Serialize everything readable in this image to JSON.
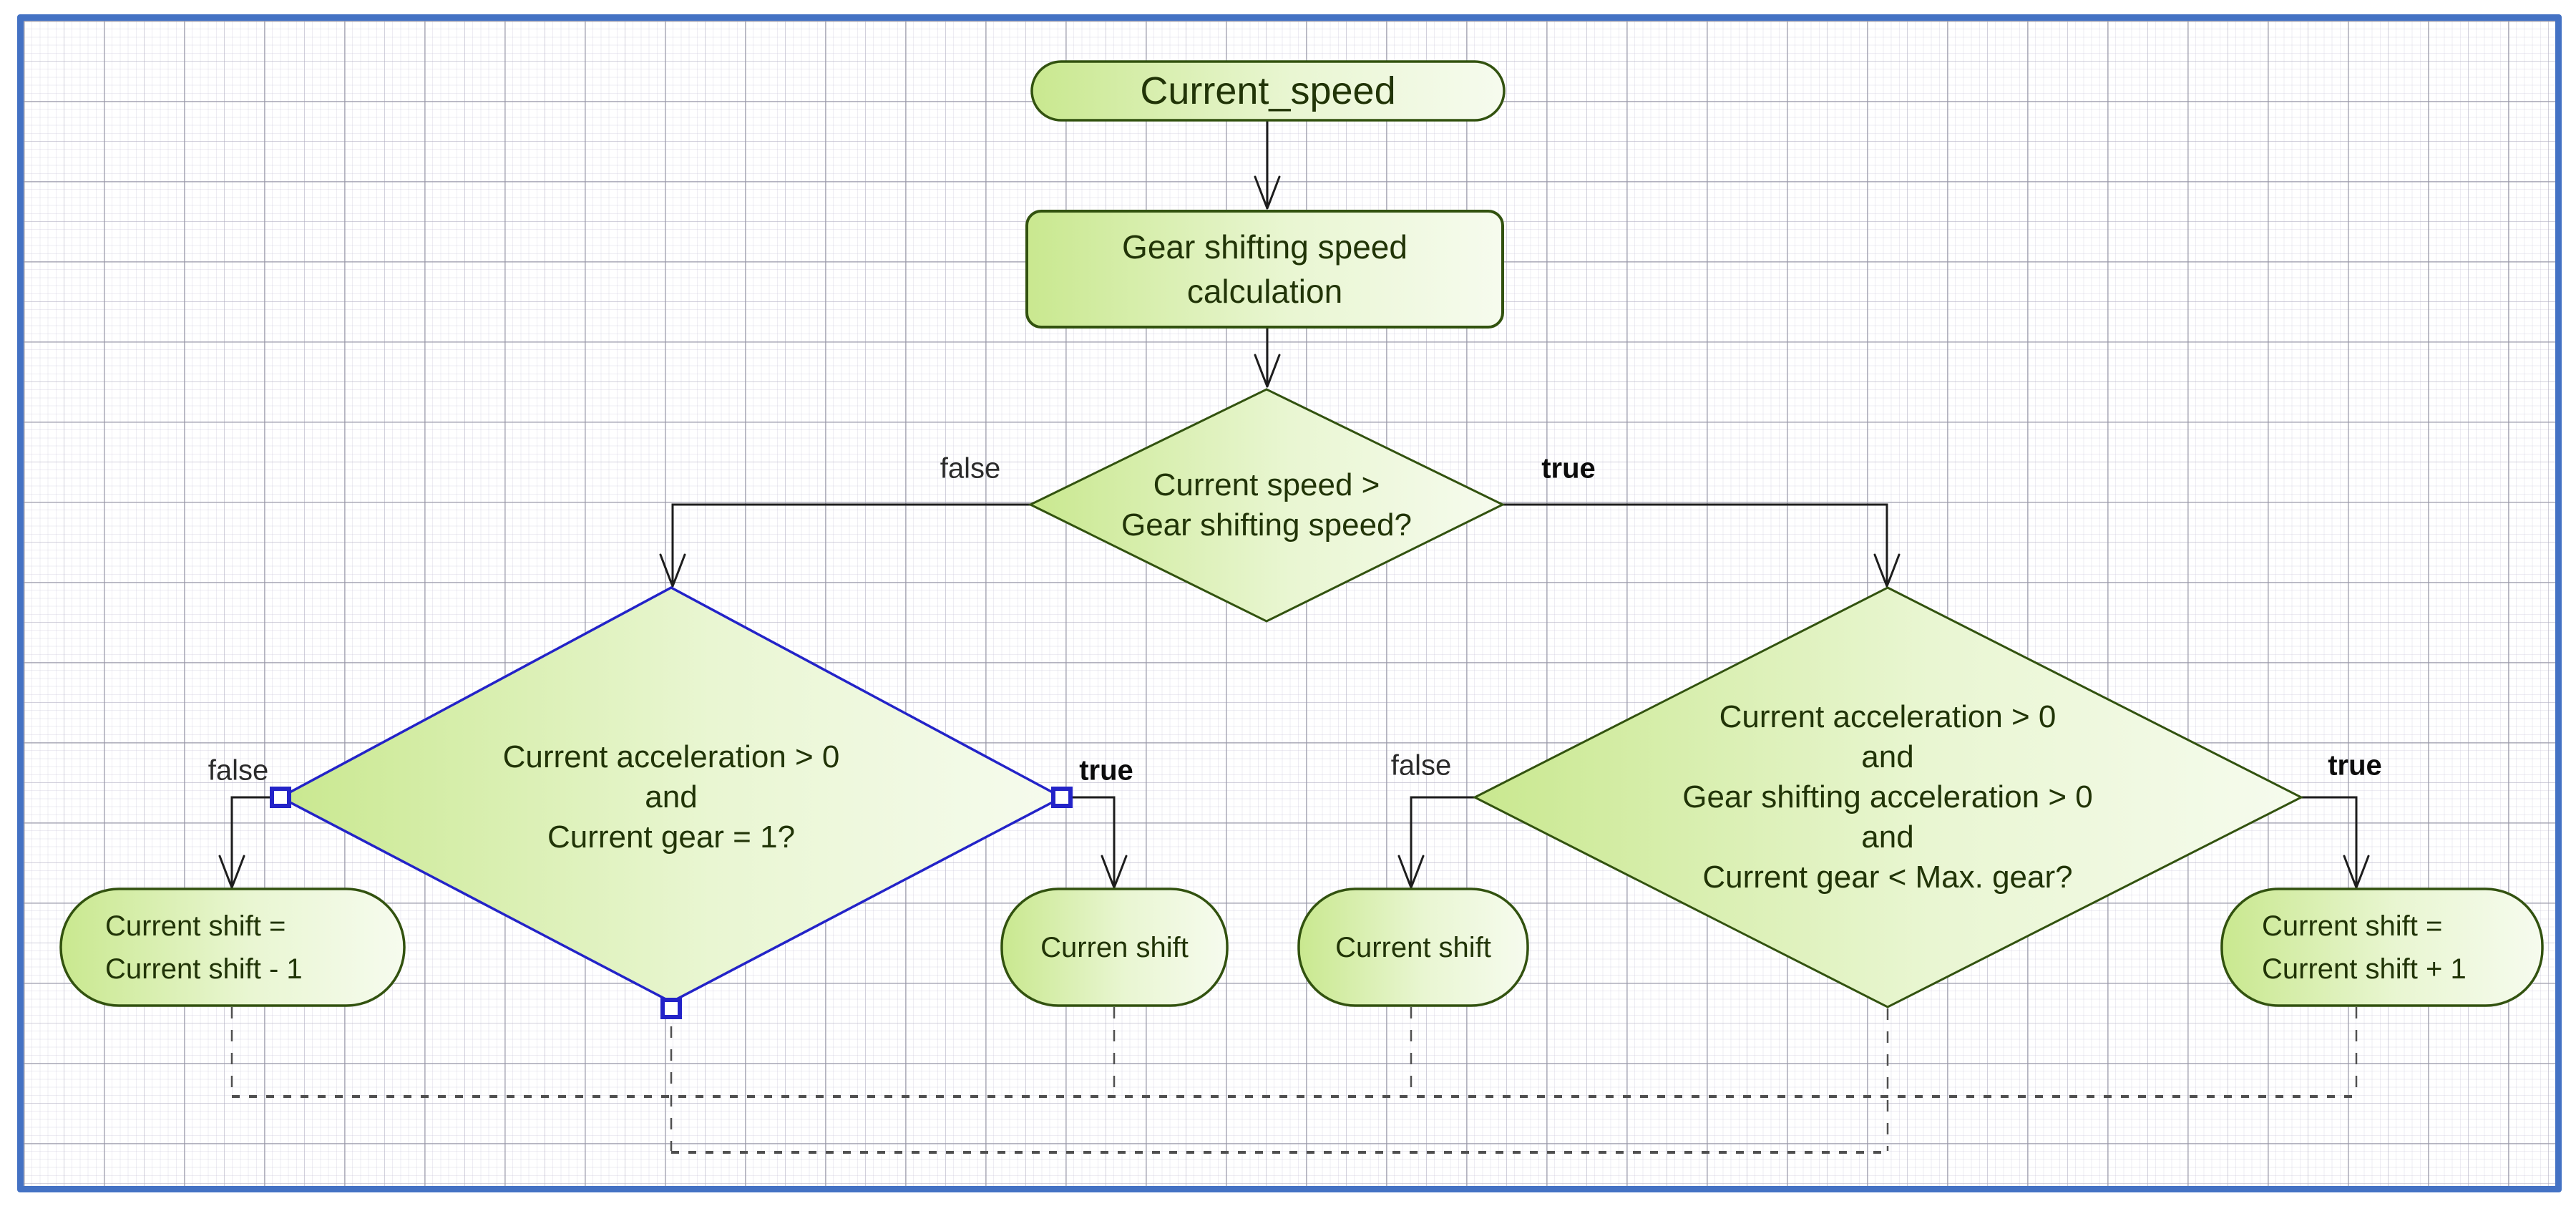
{
  "colors": {
    "frame": "#4472C4",
    "selection": "#2323C8",
    "node_border": "#32520F",
    "node_fill_start": "#C9E88F",
    "node_fill_mid": "#E9F6D2",
    "node_fill_end": "#F6FBEE",
    "node_text": "#213407",
    "connector": "#1D1D1D",
    "dashed": "#505050",
    "label_text": "#2B2B2B",
    "grid_major": "rgba(150,150,165,0.50)",
    "grid_mid": "rgba(172,170,188,0.42)",
    "grid_minor": "rgba(202,198,218,0.32)"
  },
  "nodes": {
    "start": {
      "label": "Current_speed"
    },
    "process": {
      "line1": "Gear shifting speed",
      "line2": "calculation"
    },
    "decision_speed": {
      "line1": "Current speed >",
      "line2": "Gear shifting speed?"
    },
    "decision_downshift": {
      "line1": "Current acceleration > 0",
      "line2": "and",
      "line3": "Current gear = 1?"
    },
    "decision_upshift": {
      "line1": "Current acceleration > 0",
      "line2": "and",
      "line3": "Gear shifting acceleration > 0",
      "line4": "and",
      "line5": "Current gear < Max. gear?"
    },
    "shift_down": {
      "line1": "Current shift =",
      "line2": "Current shift - 1"
    },
    "keep_shift_left": {
      "label": "Curren shift"
    },
    "keep_shift_right": {
      "label": "Current shift"
    },
    "shift_up": {
      "line1": "Current shift =",
      "line2": "Current shift + 1"
    }
  },
  "edge_labels": {
    "speed_false": "false",
    "speed_true": "true",
    "down_false": "false",
    "down_true": "true",
    "up_false": "false",
    "up_true": "true"
  }
}
